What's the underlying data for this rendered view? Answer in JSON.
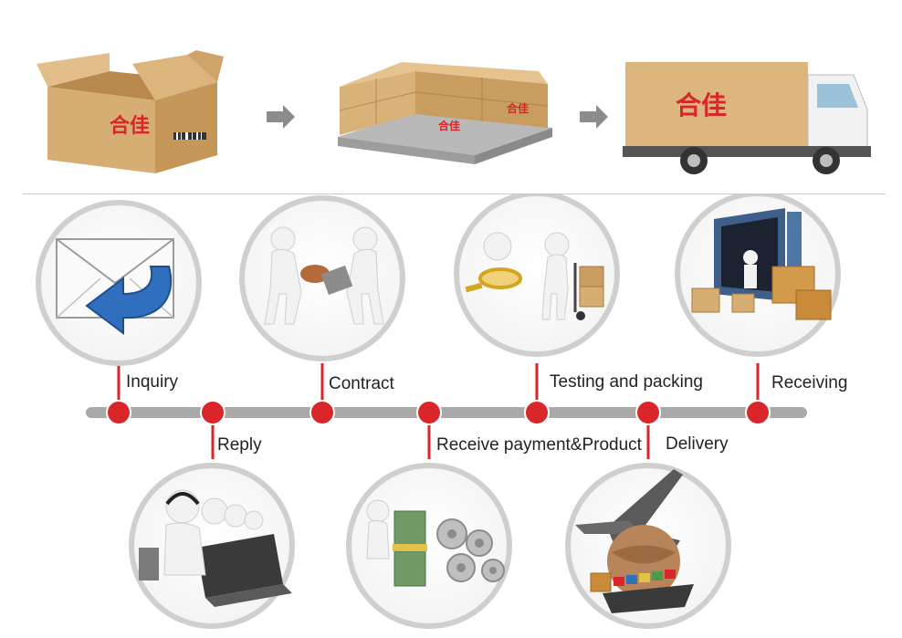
{
  "brand": {
    "logo_text": "合佳",
    "logo_color": "#d9262b"
  },
  "colors": {
    "timeline_bar": "#a9a9a9",
    "marker": "#d9262b",
    "circle_border": "#cfcfcf",
    "cardboard": "#d9b27a",
    "arrow": "#8c8c8c"
  },
  "top_sequence": [
    {
      "name": "open-carton",
      "icon": "box-icon"
    },
    {
      "name": "palletized-cartons",
      "icon": "pallet-icon"
    },
    {
      "name": "delivery-truck",
      "icon": "truck-icon"
    }
  ],
  "steps_top": [
    {
      "label": "Inquiry",
      "icon": "envelope-reply-icon"
    },
    {
      "label": "Contract",
      "icon": "handshake-contract-icon"
    },
    {
      "label": "Testing and packing",
      "icon": "magnifier-handcart-icon"
    },
    {
      "label": "Receiving",
      "icon": "container-unloading-icon"
    }
  ],
  "steps_bottom": [
    {
      "label": "Reply",
      "icon": "call-center-icon"
    },
    {
      "label": "Receive payment&Product",
      "icon": "money-gears-icon"
    },
    {
      "label": "Delivery",
      "icon": "plane-globe-ship-icon"
    }
  ]
}
